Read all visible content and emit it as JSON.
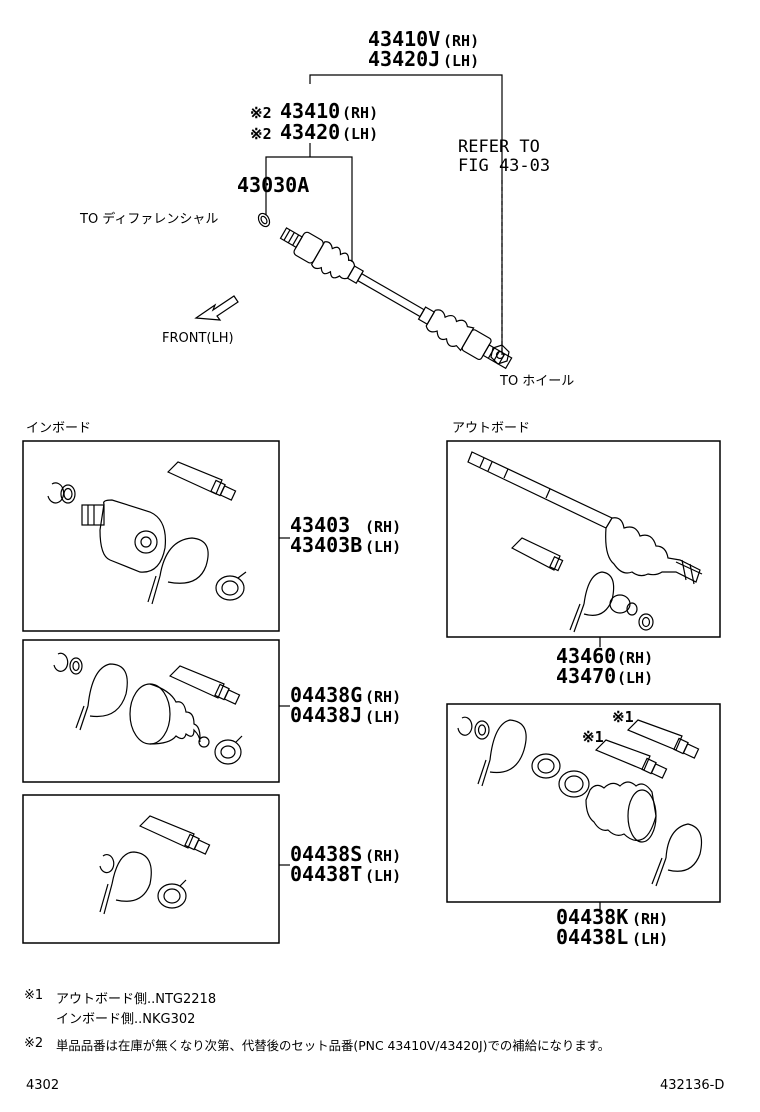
{
  "assembly": {
    "main_rh": "43410V",
    "main_rh_side": "(RH)",
    "main_lh": "43420J",
    "main_lh_side": "(LH)",
    "sub_mark_rh": "※2",
    "sub_rh": "43410",
    "sub_rh_side": "(RH)",
    "sub_mark_lh": "※2",
    "sub_lh": "43420",
    "sub_lh_side": "(LH)",
    "ring_part": "43030A",
    "refer_line1": "REFER TO",
    "refer_line2": "FIG 43-03",
    "to_diff": "TO ディファレンシャル",
    "to_wheel": "TO ホイール",
    "front": "FRONT(LH)"
  },
  "inboard": {
    "title": "インボード",
    "kit1": {
      "rh": "43403",
      "rh_side": "(RH)",
      "lh": "43403B",
      "lh_side": "(LH)"
    },
    "kit2": {
      "rh": "04438G",
      "rh_side": "(RH)",
      "lh": "04438J",
      "lh_side": "(LH)"
    },
    "kit3": {
      "rh": "04438S",
      "rh_side": "(RH)",
      "lh": "04438T",
      "lh_side": "(LH)"
    }
  },
  "outboard": {
    "title": "アウトボード",
    "kit1": {
      "rh": "43460",
      "rh_side": "(RH)",
      "lh": "43470",
      "lh_side": "(LH)"
    },
    "kit2": {
      "rh": "04438K",
      "rh_side": "(RH)",
      "lh": "04438L",
      "lh_side": "(LH)"
    },
    "mark1": "※1"
  },
  "notes": {
    "n1_mark": "※1",
    "n1_line1": "アウトボード側..NTG2218",
    "n1_line2": "インボード側..NKG302",
    "n2_mark": "※2",
    "n2_text": "単品品番は在庫が無くなり次第、代替後のセット品番(PNC 43410V/43420J)での補給になります。"
  },
  "footer": {
    "page_code": "4302",
    "figure_code": "432136-D"
  }
}
